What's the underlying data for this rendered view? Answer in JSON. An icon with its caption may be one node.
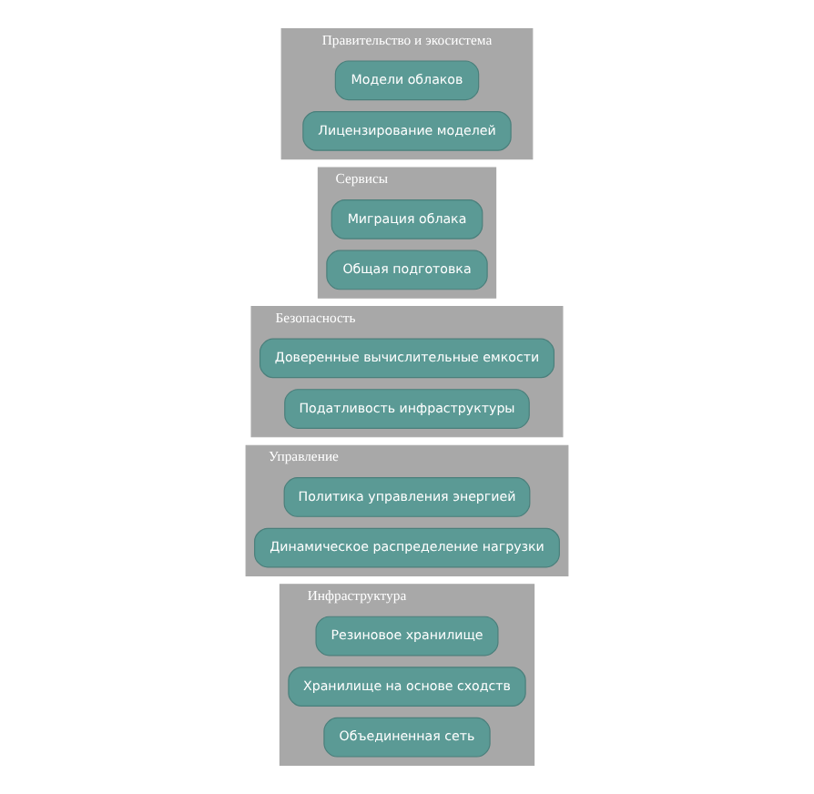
{
  "diagram": {
    "nodes": [
      {
        "text": [
          "Инфраструктура"
        ]
      },
      {
        "text": [
          "Резиновое хранилище"
        ],
        "in": 0
      },
      {
        "text": [
          "Хранилище на основе сходств"
        ],
        "in": 0
      },
      {
        "text": [
          "Объединенная сеть"
        ],
        "in": 0
      },
      {
        "text": [
          "Управление"
        ]
      },
      {
        "text": [
          "Политика управления энергией"
        ],
        "in": 4
      },
      {
        "text": [
          "Динамическое распределение нагрузки"
        ],
        "in": 4
      },
      {
        "text": [
          "Безопасность"
        ]
      },
      {
        "text": [
          "Доверенные вычислительные емкости"
        ],
        "in": 7
      },
      {
        "text": [
          "Податливость инфраструктуры"
        ],
        "in": 7
      },
      {
        "text": [
          "Сервисы"
        ]
      },
      {
        "text": [
          "Миграция облака"
        ],
        "in": 10
      },
      {
        "text": [
          "Общая подготовка"
        ],
        "in": 10
      },
      {
        "text": [
          "Правительство и экосистема"
        ]
      },
      {
        "text": [
          "Модели облаков"
        ],
        "in": 13
      },
      {
        "text": [
          "Лицензирование моделей"
        ],
        "in": 13
      }
    ]
  }
}
